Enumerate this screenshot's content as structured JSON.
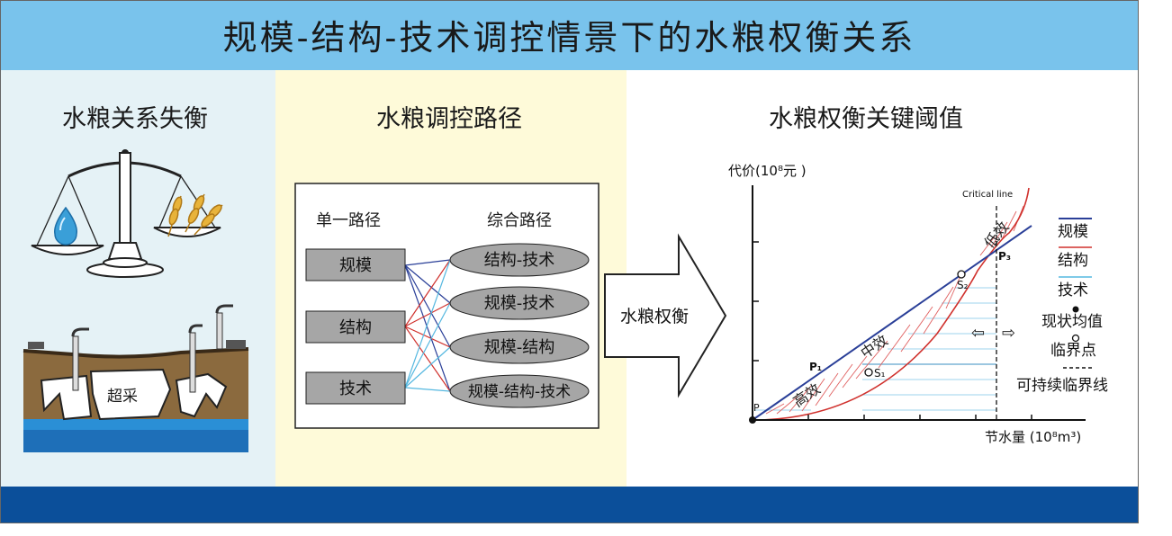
{
  "banner": {
    "title": "规模-结构-技术调控情景下的水粮权衡关系"
  },
  "left_panel": {
    "title": "水粮关系失衡",
    "aquifer_label": "超采"
  },
  "middle_panel": {
    "title": "水粮调控路径",
    "single_header": "单一路径",
    "combined_header": "综合路径",
    "single_paths": [
      "规模",
      "结构",
      "技术"
    ],
    "combined_paths": [
      "结构-技术",
      "规模-技术",
      "规模-结构",
      "规模-结构-技术"
    ],
    "arrow_label": "水粮权衡"
  },
  "right_panel": {
    "title": "水粮权衡关键阈值",
    "y_axis_label": "代价(10⁸元 )",
    "x_axis_label": "节水量 (10⁸m³)",
    "critical_line_label": "Critical line",
    "points": {
      "P": "P",
      "P1": "P₁",
      "P3": "P₃",
      "S1": "S₁",
      "S2": "S₂"
    },
    "zones": {
      "high": "高效",
      "mid": "中效",
      "low": "低效"
    },
    "legend": [
      {
        "label": "规模",
        "color": "#2a3f98"
      },
      {
        "label": "结构",
        "color": "#d0312d"
      },
      {
        "label": "技术",
        "color": "#55b8e0"
      },
      {
        "label": "现状均值"
      },
      {
        "label": "临界点"
      },
      {
        "label": "可持续临界线"
      }
    ],
    "arrows": {
      "left": "⇦",
      "right": "⇨"
    }
  },
  "colors": {
    "banner": "#79c3ec",
    "footer": "#0b4f9a",
    "scale": "#2a3f98",
    "structure": "#d0312d",
    "technology": "#55b8e0"
  }
}
